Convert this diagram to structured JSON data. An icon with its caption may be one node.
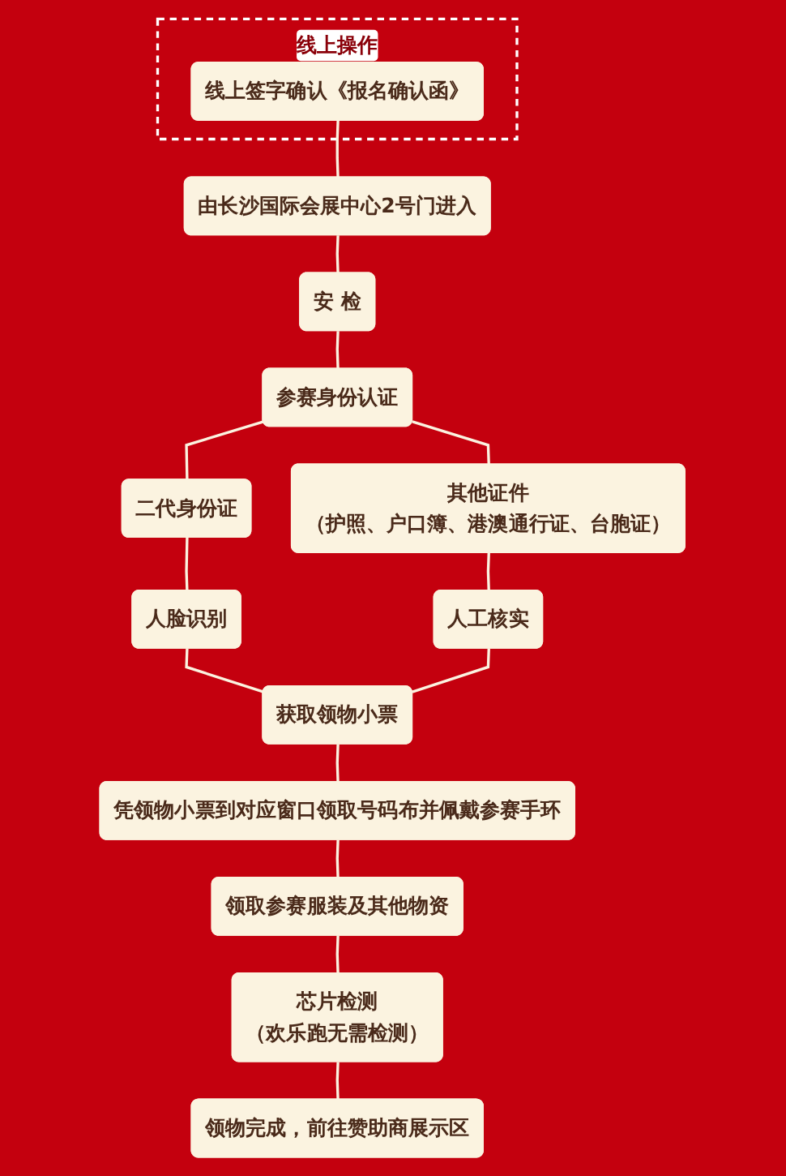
{
  "diagram": {
    "nodes": [
      {
        "text": [
          "线上操作"
        ]
      },
      {
        "text": [
          "线上签字确认《报名确认函》"
        ],
        "in": 0
      },
      {
        "text": [
          "由长沙国际会展中心2号门进入"
        ]
      },
      {
        "text": [
          "安 检"
        ]
      },
      {
        "text": [
          "参赛身份认证"
        ]
      },
      {
        "text": [
          "二代身份证"
        ]
      },
      {
        "text": [
          "其他证件",
          "（护照、户口簿、港澳通行证、台胞证）"
        ]
      },
      {
        "text": [
          "人脸识别"
        ]
      },
      {
        "text": [
          "人工核实"
        ]
      },
      {
        "text": [
          "获取领物小票"
        ]
      },
      {
        "text": [
          "凭领物小票到对应窗口领取号码布并佩戴参赛手环"
        ]
      },
      {
        "text": [
          "领取参赛服装及其他物资"
        ]
      },
      {
        "text": [
          "芯片检测",
          "（欢乐跑无需检测）"
        ]
      },
      {
        "text": [
          "领物完成，前往赞助商展示区"
        ]
      }
    ],
    "edges": [
      {
        "from": 1,
        "to": 2,
        "arrow": "none"
      },
      {
        "from": 2,
        "to": 3,
        "arrow": "none"
      },
      {
        "from": 3,
        "to": 4,
        "arrow": "none"
      },
      {
        "from": 4,
        "to": 5,
        "arrow": "none"
      },
      {
        "from": 4,
        "to": 6,
        "arrow": "none"
      },
      {
        "from": 5,
        "to": 7,
        "arrow": "none"
      },
      {
        "from": 6,
        "to": 8,
        "arrow": "none"
      },
      {
        "from": 7,
        "to": 9,
        "arrow": "none"
      },
      {
        "from": 8,
        "to": 9,
        "arrow": "none"
      },
      {
        "from": 9,
        "to": 10,
        "arrow": "none"
      },
      {
        "from": 10,
        "to": 11,
        "arrow": "none"
      },
      {
        "from": 11,
        "to": 12,
        "arrow": "none"
      },
      {
        "from": 12,
        "to": 13,
        "arrow": "none"
      }
    ]
  }
}
